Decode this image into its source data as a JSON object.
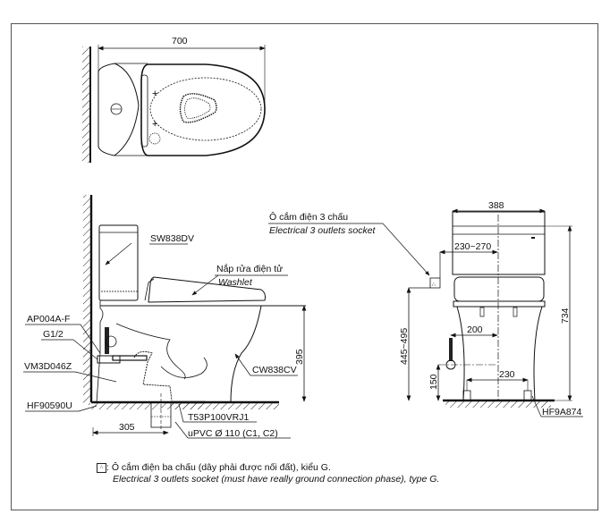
{
  "drawing": {
    "top_view": {
      "dimension_width": "700"
    },
    "side_view": {
      "labels": {
        "tank": "SW838DV",
        "washlet_vi": "Nắp rửa điện tử",
        "washlet_en": "Washlet",
        "angle_valve": "AP004A-F",
        "thread": "G1/2",
        "supply_hose": "VM3D046Z",
        "floor_flange": "HF90590U",
        "bowl": "CW838CV",
        "drain_adapter": "T53P100VRJ1",
        "drain_pipe": "uPVC Ø 110 (C1, C2)"
      },
      "dimensions": {
        "rough_in": "305",
        "seat_height": "395"
      }
    },
    "front_view": {
      "labels": {
        "socket_vi": "Ô cắm điện 3 chấu",
        "socket_en": "Electrical 3 outlets socket",
        "floor_bolt": "HF9A874"
      },
      "dimensions": {
        "tank_width": "388",
        "socket_offset": "230~270",
        "total_height": "734",
        "socket_height": "445~495",
        "supply_offset": "200",
        "supply_height": "150",
        "bolt_spacing": "230"
      }
    },
    "note": {
      "symbol": "socket-symbol",
      "line_vi": ": Ô cắm điện ba chấu (dây phải được nối đất), kiểu G.",
      "line_en": "Electrical 3 outlets socket (must have really ground connection phase), type G."
    }
  }
}
